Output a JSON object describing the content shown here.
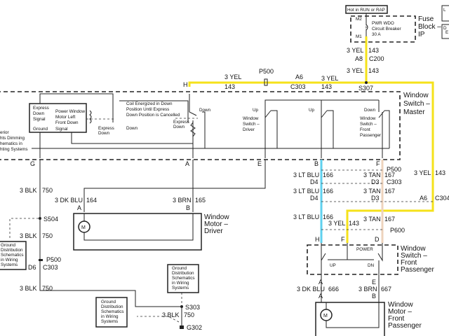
{
  "colors": {
    "yel": "#f5e21a",
    "ltblu": "#5fd0ee",
    "tan": "#eed3bc",
    "wire": "#222"
  },
  "power": {
    "source": "Hot in RUN or RAP",
    "m2": "M2",
    "m1": "M1",
    "breaker": [
      "PWR WDO",
      "Circuit Breaker",
      "30 A"
    ],
    "fuse_block": [
      "Fuse",
      "Block –",
      "IP"
    ],
    "edge_a": "L",
    "edge_b": "D",
    "edge_c": "E"
  },
  "yel_wire": {
    "w1": "3 YEL",
    "c1": "143",
    "a8": "A8",
    "c200": "C200",
    "w2": "3 YEL",
    "c2": "143",
    "s307": "S307",
    "w3": "3 YEL",
    "c3": "143",
    "a6": "A6",
    "c303": "C303",
    "p500": "P500",
    "w4": "3 YEL",
    "c4": "143",
    "h": "H",
    "w5": "3 YEL",
    "c5": "143",
    "a6b": "A6",
    "c304": "C304",
    "w6": "3 YEL",
    "c6": "143"
  },
  "master": {
    "title": [
      "Window",
      "Switch –",
      "Master"
    ],
    "module": [
      "Express",
      "Down",
      "Signal",
      "Ground"
    ],
    "module2": [
      "Power Window",
      "Motor Left",
      "Front Down",
      "Signal"
    ],
    "express_down": [
      "Express",
      "Down"
    ],
    "down": "Down",
    "coil": [
      "Coil Energized in Down",
      "Position Until Express",
      "Down Position is Cancelled"
    ],
    "down2": "Down",
    "express_down2": [
      "Express",
      "Down"
    ],
    "dimming": [
      "erior",
      "hts Dimming",
      "hematics in",
      "hting Systems"
    ],
    "up1": "Up",
    "drv_sw": [
      "Window",
      "Switch –",
      "Driver"
    ],
    "up2": "Up",
    "down3": "Down",
    "pass_sw": [
      "Window",
      "Switch –",
      "Front",
      "Passenger"
    ],
    "pins": [
      "G",
      "A",
      "E",
      "B",
      "F"
    ]
  },
  "left": {
    "w1": "3 BLK",
    "c1": "750",
    "s504": "S504",
    "w2": "3 BLK",
    "c2": "750",
    "p500": "P500",
    "d6": "D6",
    "c303": "C303",
    "w3": "3 BLK",
    "c3": "750",
    "ground": [
      "Ground",
      "Distribution",
      "Schematics",
      "in Wiring",
      "Systems"
    ],
    "s303": "S303",
    "w4": "3 BLK",
    "c4": "750",
    "g302": "G302"
  },
  "driver_motor": {
    "wa": "3 DK BLU",
    "ca": "164",
    "pa": "A",
    "wb": "3 BRN",
    "cb": "165",
    "pb": "B",
    "motor": "M",
    "title": [
      "Window",
      "Motor –",
      "Driver"
    ]
  },
  "right": {
    "lb1": "3 LT BLU",
    "lbc1": "166",
    "d4a": "D4",
    "lb2": "3 LT BLU",
    "lbc2": "166",
    "d4b": "D4",
    "lb3": "3 LT BLU",
    "lbc3": "166",
    "tan1": "3 TAN",
    "tc1": "167",
    "d3a": "D3",
    "c303": "C303",
    "tan2": "3 TAN",
    "tc2": "167",
    "d3b": "D3",
    "tan3": "3 TAN",
    "tc3": "167",
    "p500": "P500",
    "p600": "P600",
    "h": "H",
    "f": "F",
    "d": "D"
  },
  "pass_switch": {
    "power": "POWER",
    "up": "UP",
    "dn": "DN",
    "title": [
      "Window",
      "Switch –",
      "Front",
      "Passenger"
    ],
    "pa": "A",
    "pe": "E"
  },
  "pass_motor": {
    "wa": "3 DK BLU",
    "ca": "666",
    "pa": "A",
    "wb": "3 BRN",
    "cb": "667",
    "pb": "B",
    "motor": "M",
    "title": [
      "Window",
      "Motor –",
      "Front",
      "Passenger"
    ]
  }
}
